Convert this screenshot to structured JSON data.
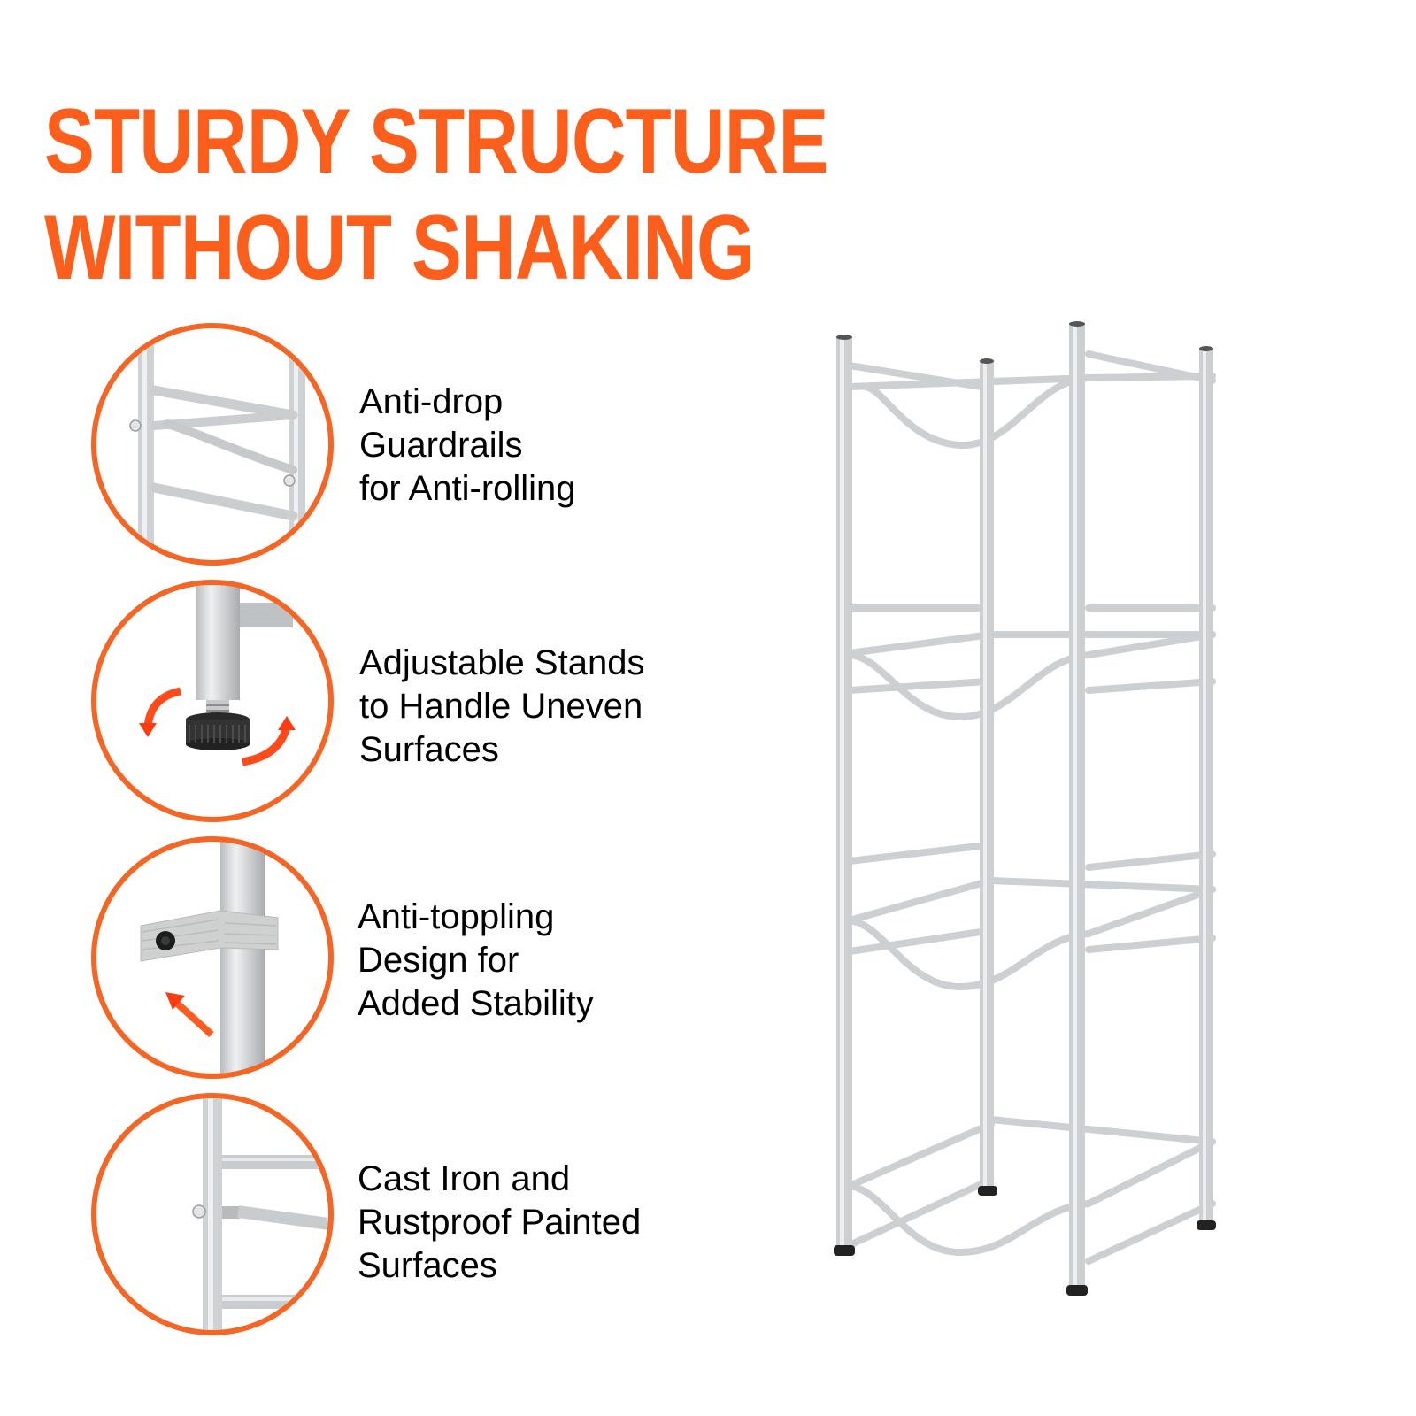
{
  "headline": {
    "line1": "STURDY STRUCTURE",
    "line2": "WITHOUT SHAKING",
    "color": "#fc5e1c"
  },
  "accent_color": "#f56524",
  "features": [
    {
      "icon": "guardrail-detail-icon",
      "lines": [
        "Anti-drop",
        "Guardrails",
        "for Anti-rolling"
      ]
    },
    {
      "icon": "adjustable-foot-icon",
      "lines": [
        "Adjustable Stands",
        "to Handle Uneven",
        "Surfaces"
      ]
    },
    {
      "icon": "anti-tip-strap-icon",
      "lines": [
        "Anti-toppling",
        "Design for",
        "Added Stability"
      ]
    },
    {
      "icon": "painted-iron-tube-icon",
      "lines": [
        "Cast Iron and",
        "Rustproof Painted",
        "Surfaces"
      ]
    }
  ],
  "product": {
    "name": "water-bottle-rack",
    "tiers": 4,
    "frame_color": "#d5d7d9"
  }
}
